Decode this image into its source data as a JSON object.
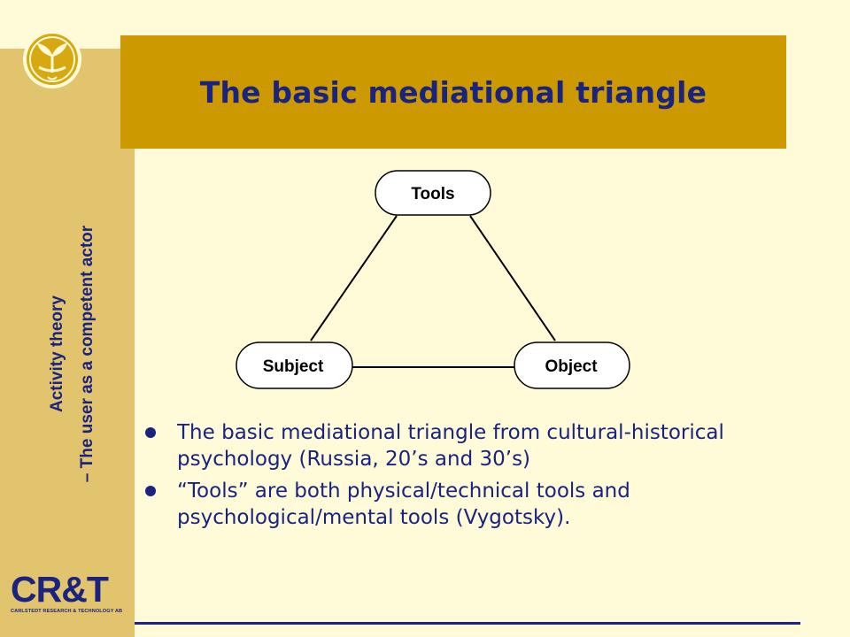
{
  "slide": {
    "title": "The basic mediational triangle",
    "side_line1": "Activity theory",
    "side_line2": "– The user as a competent actor"
  },
  "diagram": {
    "nodes": {
      "tools": "Tools",
      "subject": "Subject",
      "object": "Object"
    }
  },
  "bullets": [
    "The basic mediational triangle from cultural-historical psychology (Russia, 20’s and 30’s)",
    "“Tools” are both physical/technical tools and psychological/mental tools (Vygotsky)."
  ],
  "brand": {
    "name": "CR&T",
    "tagline": "CARLSTEDT RESEARCH & TECHNOLOGY AB"
  },
  "colors": {
    "background": "#FFFBD9",
    "sidebar": "#E3C46E",
    "title_bar": "#CC9A00",
    "text": "#1A237E",
    "logo_fill": "#D8A810"
  },
  "icons": {
    "logo": "sprout-circle-icon"
  }
}
